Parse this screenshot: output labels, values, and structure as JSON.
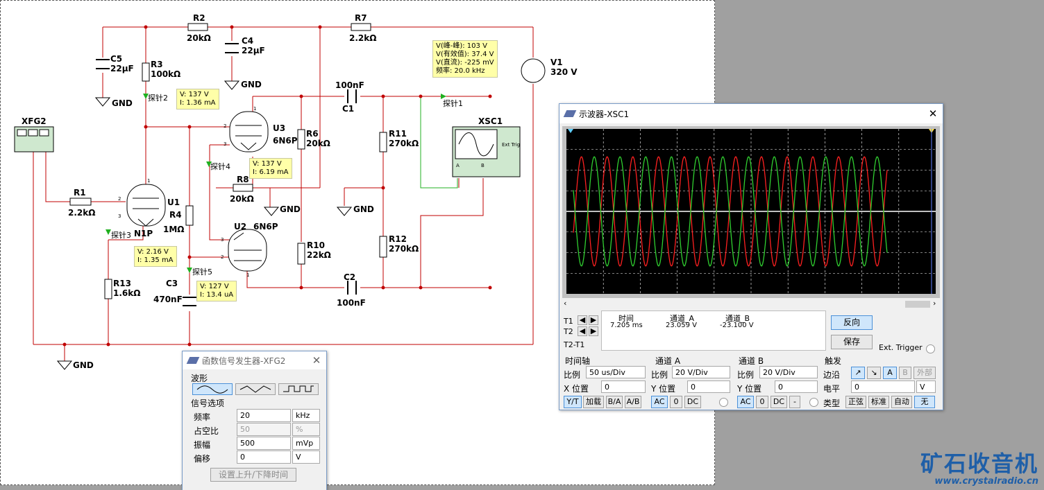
{
  "circuit": {
    "components": {
      "r2": {
        "name": "R2",
        "value": "20kΩ"
      },
      "r7": {
        "name": "R7",
        "value": "2.2kΩ"
      },
      "c5": {
        "name": "C5",
        "value": "22µF"
      },
      "c4": {
        "name": "C4",
        "value": "22µF"
      },
      "r3": {
        "name": "R3",
        "value": "100kΩ"
      },
      "v1": {
        "name": "V1",
        "value": "320 V"
      },
      "c1": {
        "name": "C1",
        "value": "100nF"
      },
      "xfg2": {
        "name": "XFG2"
      },
      "u3": {
        "name": "U3",
        "value": "6N6P"
      },
      "r6": {
        "name": "R6",
        "value": "20kΩ"
      },
      "r11": {
        "name": "R11",
        "value": "270kΩ"
      },
      "xsc1": {
        "name": "XSC1",
        "ext_trig": "Ext Trig",
        "a": "A",
        "b": "B"
      },
      "r1": {
        "name": "R1",
        "value": "2.2kΩ"
      },
      "u1": {
        "name": "U1",
        "value": "N1P"
      },
      "r4": {
        "name": "R4",
        "value": "1MΩ"
      },
      "r8": {
        "name": "R8",
        "value": "20kΩ"
      },
      "u2": {
        "name": "U2",
        "value": "6N6P"
      },
      "r12": {
        "name": "R12",
        "value": "270kΩ"
      },
      "r10": {
        "name": "R10",
        "value": "22kΩ"
      },
      "c3": {
        "name": "C3",
        "value": "470nF"
      },
      "c2": {
        "name": "C2",
        "value": "100nF"
      },
      "r13": {
        "name": "R13",
        "value": "1.6kΩ"
      }
    },
    "gnd": "GND",
    "probes": {
      "p1": "探针1",
      "p2": "探针2",
      "p3": "探针3",
      "p4": "探针4",
      "p5": "探针5"
    },
    "probe_readings": {
      "p1": [
        "V(峰-峰): 103 V",
        "V(有效值): 37.4 V",
        "V(直流): -225 mV",
        "频率: 20.0 kHz"
      ],
      "p2": [
        "V: 137 V",
        "I: 1.36 mA"
      ],
      "p4": [
        "V: 137 V",
        "I: 6.19 mA"
      ],
      "p3": [
        "V: 2.16 V",
        "I: 1.35 mA"
      ],
      "p5": [
        "V: 127 V",
        "I: 13.4 uA"
      ]
    },
    "pin_labels": [
      "1",
      "2",
      "3"
    ]
  },
  "scope": {
    "title": "示波器-XSC1",
    "t1": "T1",
    "t2": "T2",
    "t2t1": "T2-T1",
    "headers": {
      "time": "时间",
      "ch_a": "通道_A",
      "ch_b": "通道_B"
    },
    "row": {
      "time": "7.205 ms",
      "ch_a": "23.059 V",
      "ch_b": "-23.100 V"
    },
    "reverse_btn": "反向",
    "save_btn": "保存",
    "ext_trigger": "Ext. Trigger",
    "timebase": {
      "title": "时间轴",
      "scale_label": "比例",
      "scale": "50 us/Div",
      "xpos_label": "X 位置",
      "xpos": "0",
      "buttons": [
        "Y/T",
        "加载",
        "B/A",
        "A/B"
      ]
    },
    "ch_a": {
      "title": "通道 A",
      "scale_label": "比例",
      "scale": "20  V/Div",
      "ypos_label": "Y 位置",
      "ypos": "0",
      "buttons": [
        "AC",
        "0",
        "DC"
      ]
    },
    "ch_b": {
      "title": "通道 B",
      "scale_label": "比例",
      "scale": "20  V/Div",
      "ypos_label": "Y 位置",
      "ypos": "0",
      "buttons": [
        "AC",
        "0",
        "DC",
        "-"
      ]
    },
    "trigger": {
      "title": "触发",
      "edge_label": "边沿",
      "level_label": "电平",
      "level": "0",
      "level_unit": "V",
      "type_label": "类型",
      "edge_buttons": [
        "↗",
        "↘",
        "A",
        "B",
        "外部"
      ],
      "type_buttons": [
        "正弦",
        "标准",
        "自动",
        "无"
      ]
    },
    "colors": {
      "channel_a": "#ff2020",
      "channel_b": "#30d030",
      "screen": "#000000",
      "grid": "#ffffff"
    }
  },
  "fgen": {
    "title": "函数信号发生器-XFG2",
    "waveform_label": "波形",
    "signal_label": "信号选项",
    "rows": [
      {
        "label": "频率",
        "value": "20",
        "unit": "kHz"
      },
      {
        "label": "占空比",
        "value": "50",
        "unit": "%"
      },
      {
        "label": "振幅",
        "value": "500",
        "unit": "mVp"
      },
      {
        "label": "偏移",
        "value": "0",
        "unit": "V"
      }
    ],
    "rise_btn": "设置上升/下降时间"
  },
  "brand": {
    "name": "矿石收音机",
    "url": "www.crystalradio.cn"
  }
}
